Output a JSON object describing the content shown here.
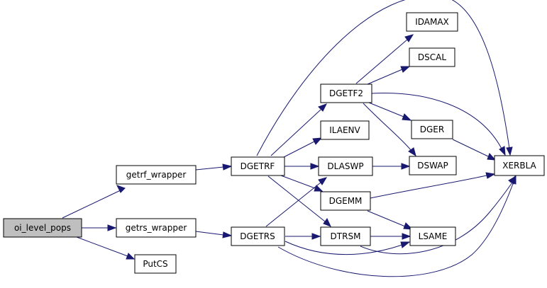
{
  "graph": {
    "nodes": {
      "oi_level_pops": "oi_level_pops",
      "getrf_wrapper": "getrf_wrapper",
      "getrs_wrapper": "getrs_wrapper",
      "putcs": "PutCS",
      "dgetrf": "DGETRF",
      "dgetrs": "DGETRS",
      "dgetf2": "DGETF2",
      "ilaenv": "ILAENV",
      "dlaswp": "DLASWP",
      "dgemm": "DGEMM",
      "dtrsm": "DTRSM",
      "idamax": "IDAMAX",
      "dscal": "DSCAL",
      "dger": "DGER",
      "dswap": "DSWAP",
      "lsame": "LSAME",
      "xerbla": "XERBLA"
    },
    "colors": {
      "edge": "#191970",
      "root_fill": "#bfbfbf",
      "node_fill": "#ffffff",
      "node_stroke": "#000000"
    }
  }
}
